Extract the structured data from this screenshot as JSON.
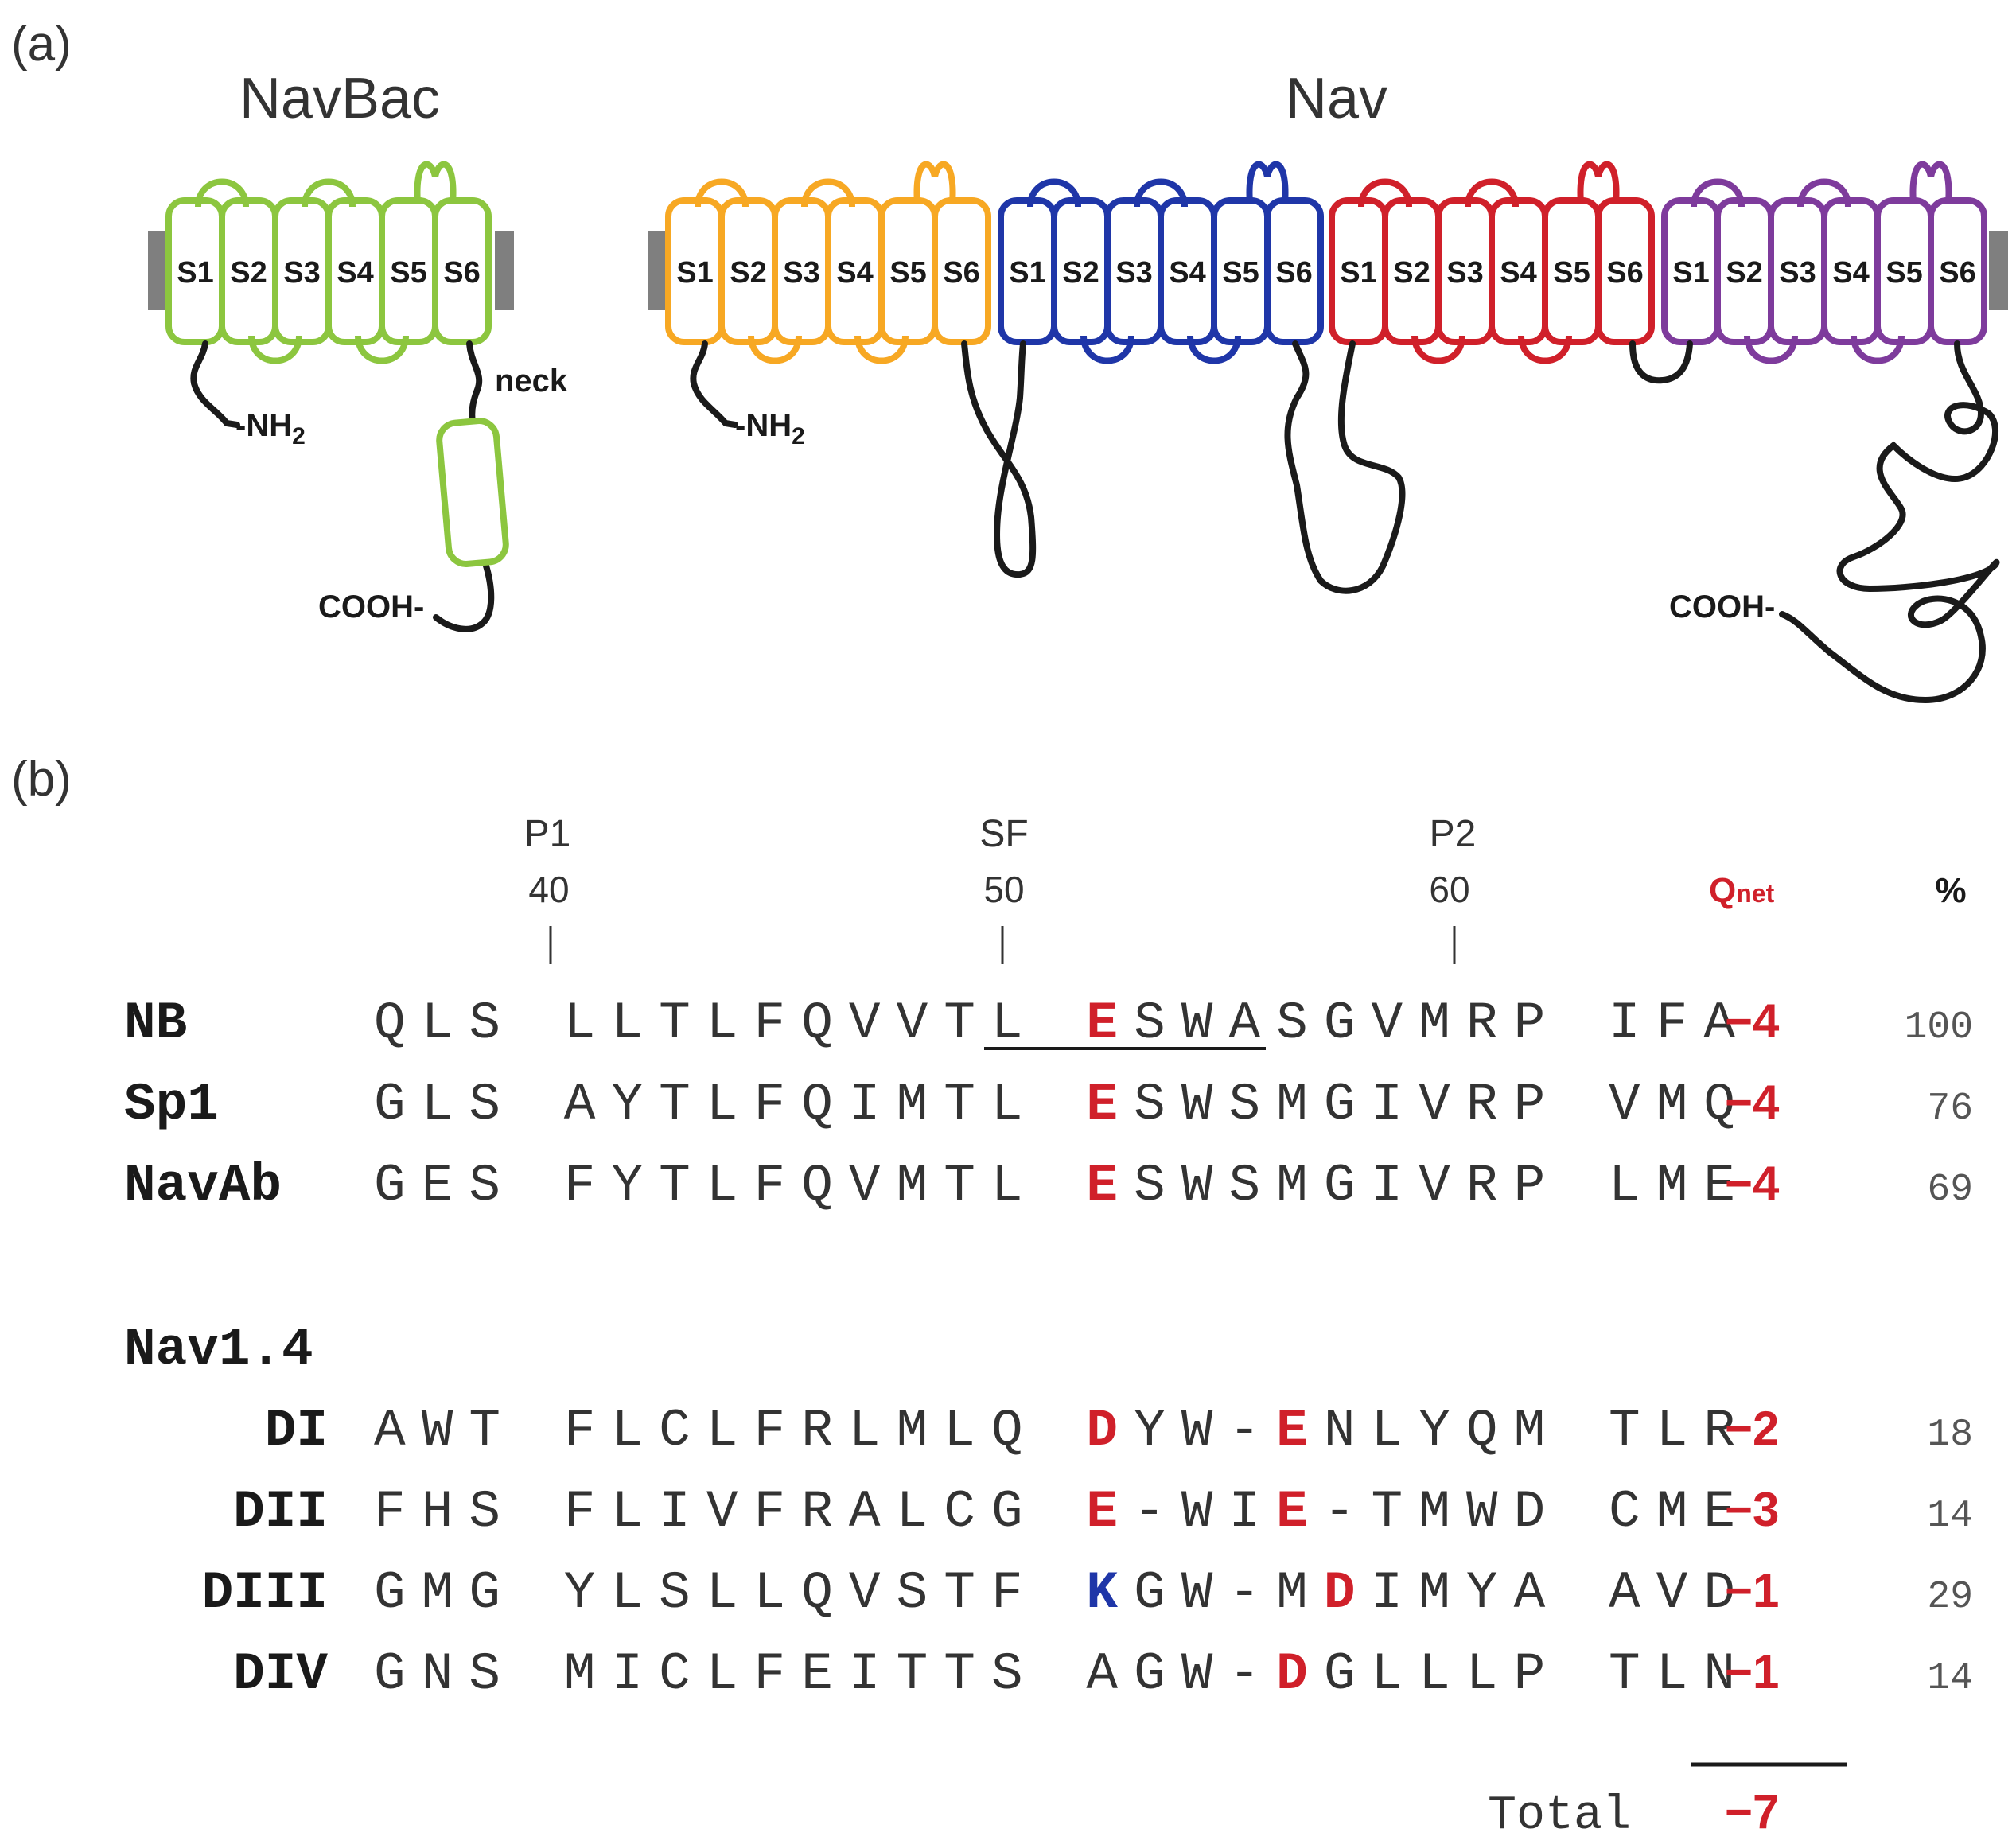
{
  "panel_a": {
    "label": "(a)",
    "navbac": {
      "title": "NavBac",
      "color": "#8cc63f",
      "segments": [
        "S1",
        "S2",
        "S3",
        "S4",
        "S5",
        "S6"
      ],
      "nterm": "-NH",
      "nterm_sub": "2",
      "neck": "neck",
      "cterm": "COOH-"
    },
    "nav": {
      "title": "Nav",
      "domains": [
        {
          "color": "#f7a823",
          "segments": [
            "S1",
            "S2",
            "S3",
            "S4",
            "S5",
            "S6"
          ]
        },
        {
          "color": "#1f36a8",
          "segments": [
            "S1",
            "S2",
            "S3",
            "S4",
            "S5",
            "S6"
          ]
        },
        {
          "color": "#d0202a",
          "segments": [
            "S1",
            "S2",
            "S3",
            "S4",
            "S5",
            "S6"
          ]
        },
        {
          "color": "#7e3b9c",
          "segments": [
            "S1",
            "S2",
            "S3",
            "S4",
            "S5",
            "S6"
          ]
        }
      ],
      "nterm": "-NH",
      "nterm_sub": "2",
      "cterm": "COOH-"
    },
    "membrane_color": "#7f7f7f",
    "loop_color": "#1a1a1a"
  },
  "panel_b": {
    "label": "(b)",
    "markers": [
      {
        "name": "P1",
        "num": "40"
      },
      {
        "name": "SF",
        "num": "50"
      },
      {
        "name": "P2",
        "num": "60"
      }
    ],
    "qnet_header": "Q",
    "qnet_header_sub": "net",
    "pct_header": "%",
    "colors": {
      "acidic": "#d0202a",
      "basic": "#1f36a8",
      "text": "#333333"
    },
    "rows": [
      {
        "name": "NB",
        "seq": "QLS LLTLFQVVTL ESWASGVMRP IFA",
        "q": "−4",
        "pct": "100",
        "underline": true
      },
      {
        "name": "Sp1",
        "seq": "GLS AYTLFQIMTL ESWSMGIVRP VMQ",
        "q": "−4",
        "pct": "76"
      },
      {
        "name": "NavAb",
        "seq": "GES FYTLFQVMTL ESWSMGIVRP LME",
        "q": "−4",
        "pct": "69"
      },
      {
        "name": "DI",
        "seq": "AWT FLCLFRLMLQ DYW-ENLYQM TLR",
        "q": "−2",
        "pct": "18"
      },
      {
        "name": "DII",
        "seq": "FHS FLIVFRALCG E-WIE-TMWD CME",
        "q": "−3",
        "pct": "14"
      },
      {
        "name": "DIII",
        "seq": "GMG YLSLLQVSTF KGW-MDIMYA AVD",
        "q": "−1",
        "pct": "29"
      },
      {
        "name": "DIV",
        "seq": "GNS MICLFEITTS AGW-DGLLLP TLN",
        "q": "−1",
        "pct": "14"
      }
    ],
    "group_label": "Nav1.4",
    "total_label": "Total",
    "total_value": "−7"
  }
}
